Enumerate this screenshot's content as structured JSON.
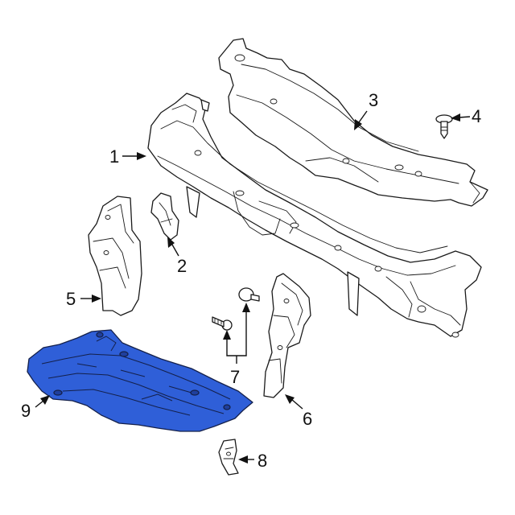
{
  "callouts": [
    {
      "id": "1",
      "label": "1"
    },
    {
      "id": "2",
      "label": "2"
    },
    {
      "id": "3",
      "label": "3"
    },
    {
      "id": "4",
      "label": "4"
    },
    {
      "id": "5",
      "label": "5"
    },
    {
      "id": "6",
      "label": "6"
    },
    {
      "id": "7",
      "label": "7"
    },
    {
      "id": "8",
      "label": "8"
    },
    {
      "id": "9",
      "label": "9"
    }
  ],
  "colors": {
    "highlight_part": "#2f5fd8",
    "line": "#1a1a1a",
    "background": "#ffffff"
  },
  "highlighted_part": "9"
}
